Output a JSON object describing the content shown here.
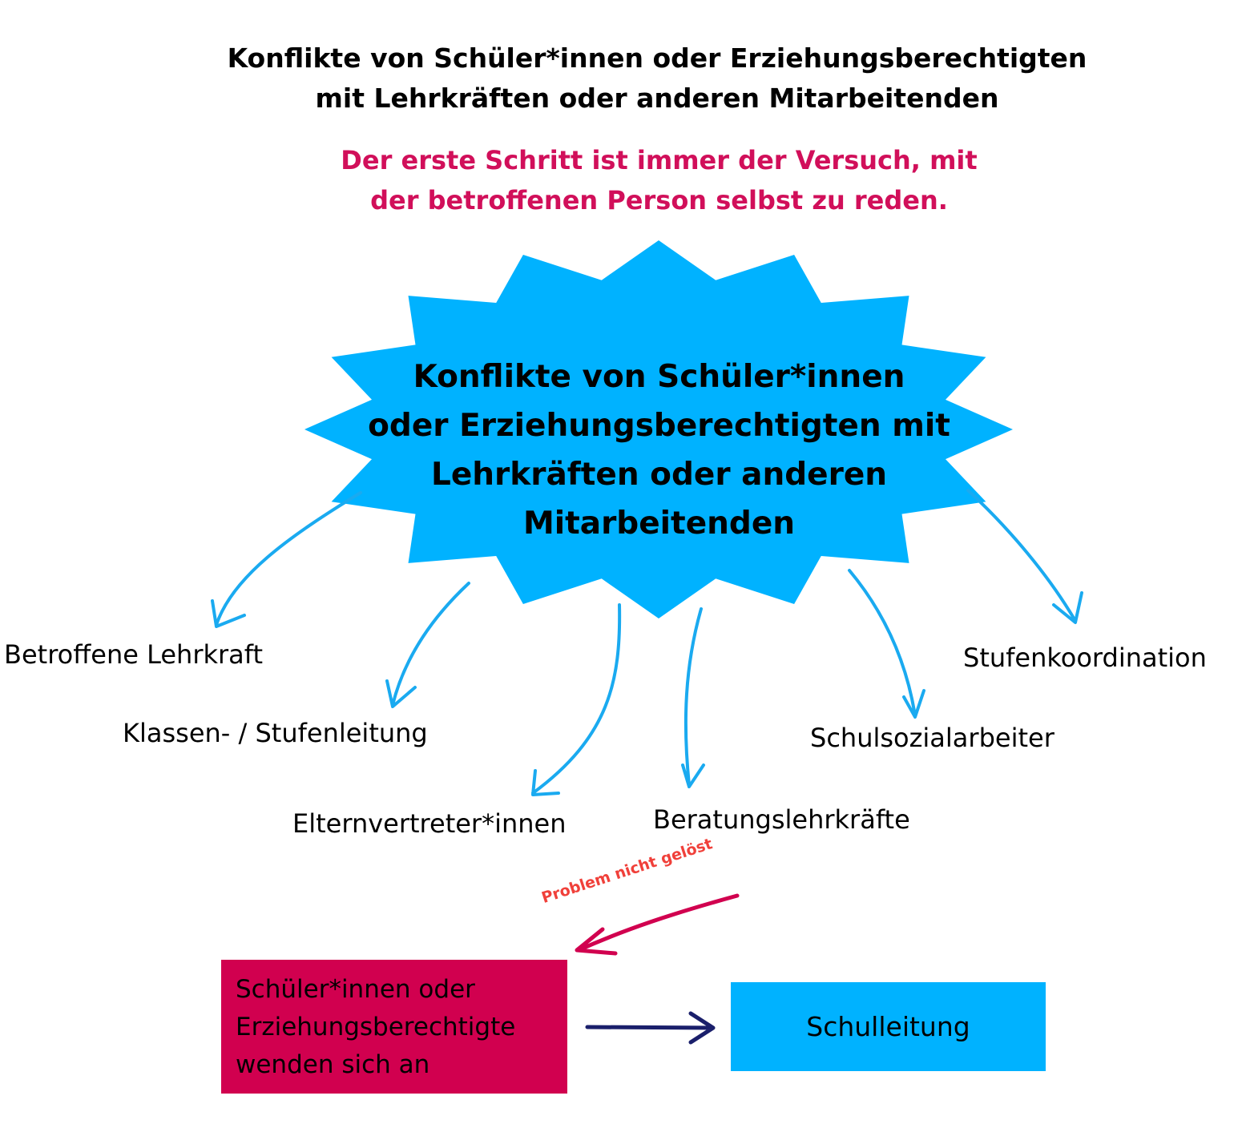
{
  "title": {
    "line1": "Konflikte von Schüler*innen oder Erziehungsberechtigten",
    "line2": "mit Lehrkräften oder anderen Mitarbeitenden"
  },
  "subtitle": {
    "line1": "Der erste Schritt ist immer der Versuch, mit",
    "line2": "der betroffenen Person selbst zu reden."
  },
  "center": {
    "lines": [
      "Konflikte von Schüler*innen",
      "oder Erziehungsberechtigten mit",
      "Lehrkräften oder anderen",
      "Mitarbeitenden"
    ]
  },
  "contacts": [
    "Betroffene Lehrkraft",
    "Klassen- / Stufenleitung",
    "Elternvertreter*innen",
    "Beratungslehrkräfte",
    "Schulsozialarbeiter",
    "Stufenkoordination"
  ],
  "escalation": {
    "note": "Problem nicht gelöst",
    "source_box": [
      "Schüler*innen oder",
      "Erziehungsberechtigte",
      "wenden sich an"
    ],
    "target_box": "Schulleitung"
  },
  "colors": {
    "burst": "#00b2ff",
    "arrow": "#1aaaf0",
    "red": "#d1004f",
    "navy": "#1a1f6b",
    "subtitle": "#d10f5a"
  }
}
